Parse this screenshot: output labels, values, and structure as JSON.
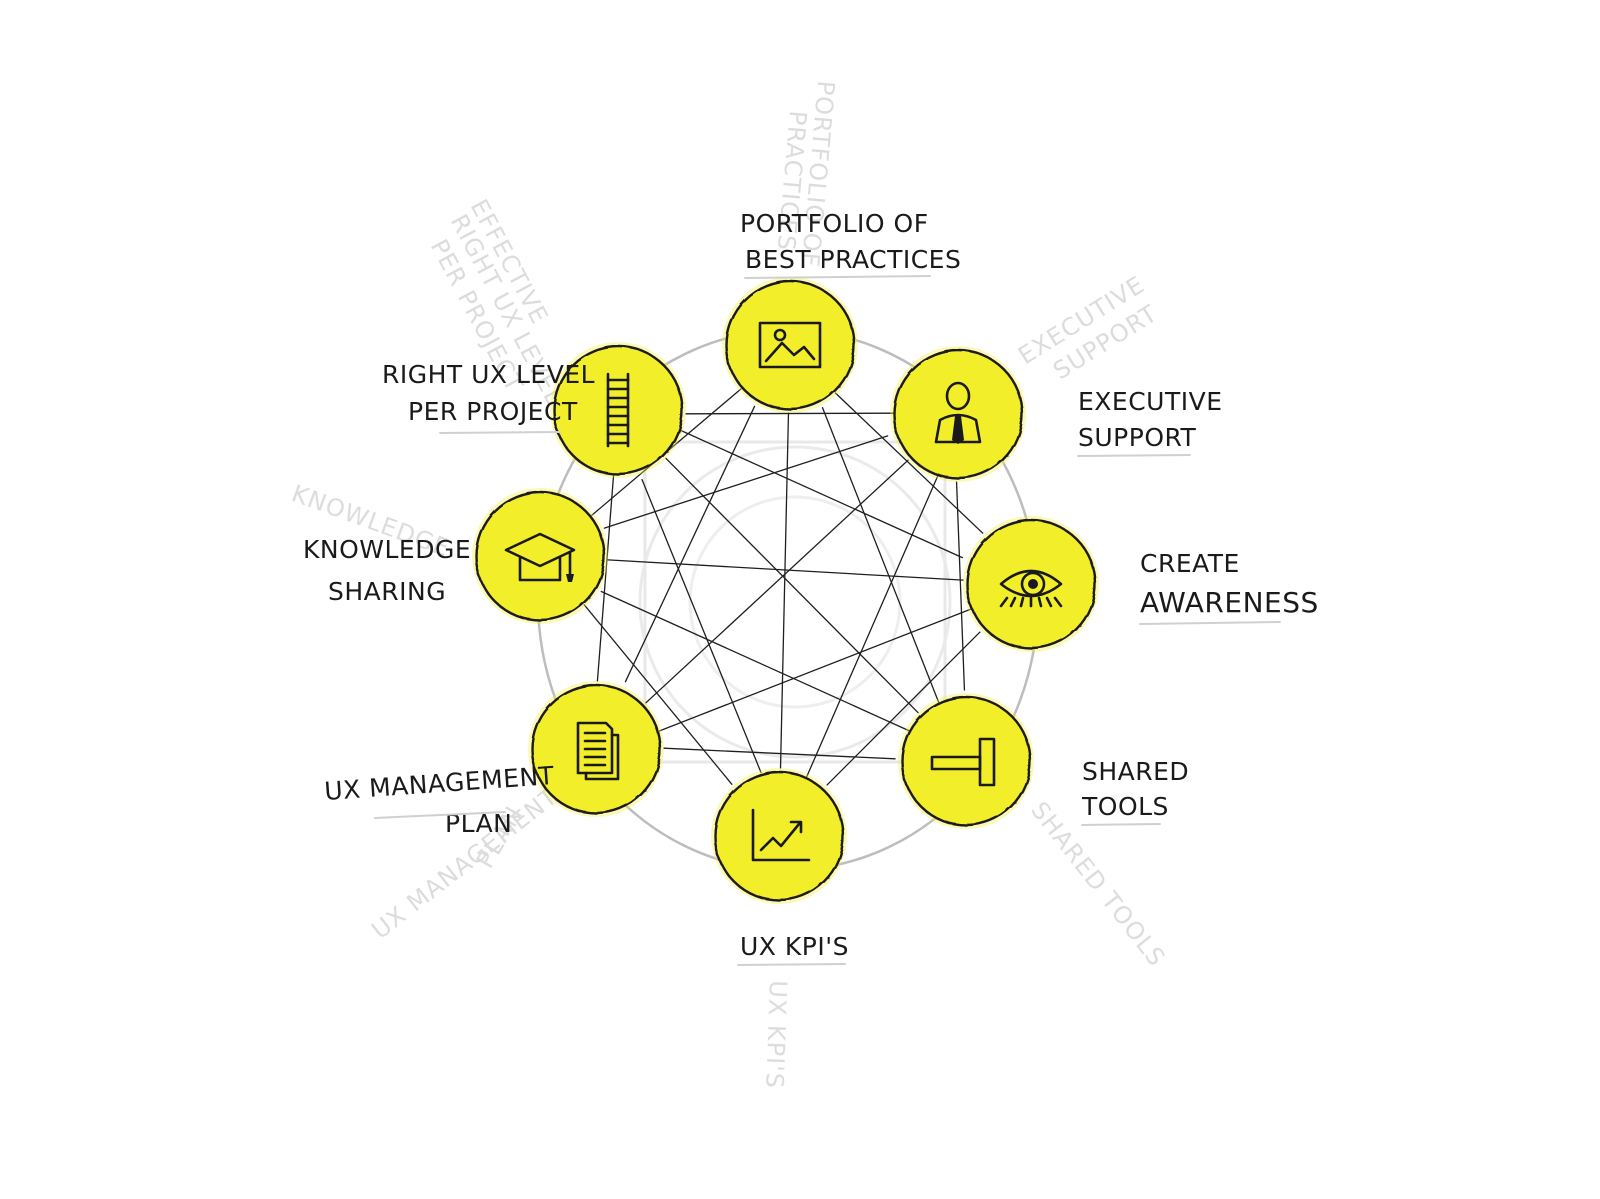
{
  "colors": {
    "node_fill": "#f3ee2a",
    "node_stroke": "#1a1a1a",
    "connector": "#1f1f1f",
    "ring": "#b0b0b0",
    "ghost": "#dadada"
  },
  "nodes": [
    {
      "id": "portfolio",
      "label_lines": [
        "PORTFOLIO OF",
        "BEST PRACTICES"
      ],
      "icon": "image-frame-icon"
    },
    {
      "id": "executive",
      "label_lines": [
        "EXECUTIVE",
        "SUPPORT"
      ],
      "icon": "executive-person-icon"
    },
    {
      "id": "awareness",
      "label_lines": [
        "CREATE",
        "AWARENESS"
      ],
      "icon": "eye-icon"
    },
    {
      "id": "shared-tools",
      "label_lines": [
        "SHARED",
        "TOOLS"
      ],
      "icon": "hammer-icon"
    },
    {
      "id": "ux-kpis",
      "label_lines": [
        "UX KPI'S"
      ],
      "icon": "trend-chart-icon"
    },
    {
      "id": "ux-management",
      "label_lines": [
        "UX MANAGEMENT",
        "PLAN"
      ],
      "icon": "document-stack-icon"
    },
    {
      "id": "knowledge",
      "label_lines": [
        "KNOWLEDGE",
        "SHARING"
      ],
      "icon": "graduation-cap-icon"
    },
    {
      "id": "right-ux",
      "label_lines": [
        "RIGHT UX LEVEL",
        "PER PROJECT"
      ],
      "icon": "ladder-icon"
    }
  ],
  "connections_all_to_all": true,
  "ghost_labels": [
    "EFFECTIVE",
    "RIGHT UX LEVEL",
    "PER PROJECT",
    "PORTFOLIO OF",
    "PRACTICES",
    "EXECUTIVE",
    "SUPPORT",
    "KNOWLEDGE",
    "SHARED TOOLS",
    "UX MANAGEMENT",
    "PLAN",
    "UX KPI'S"
  ]
}
